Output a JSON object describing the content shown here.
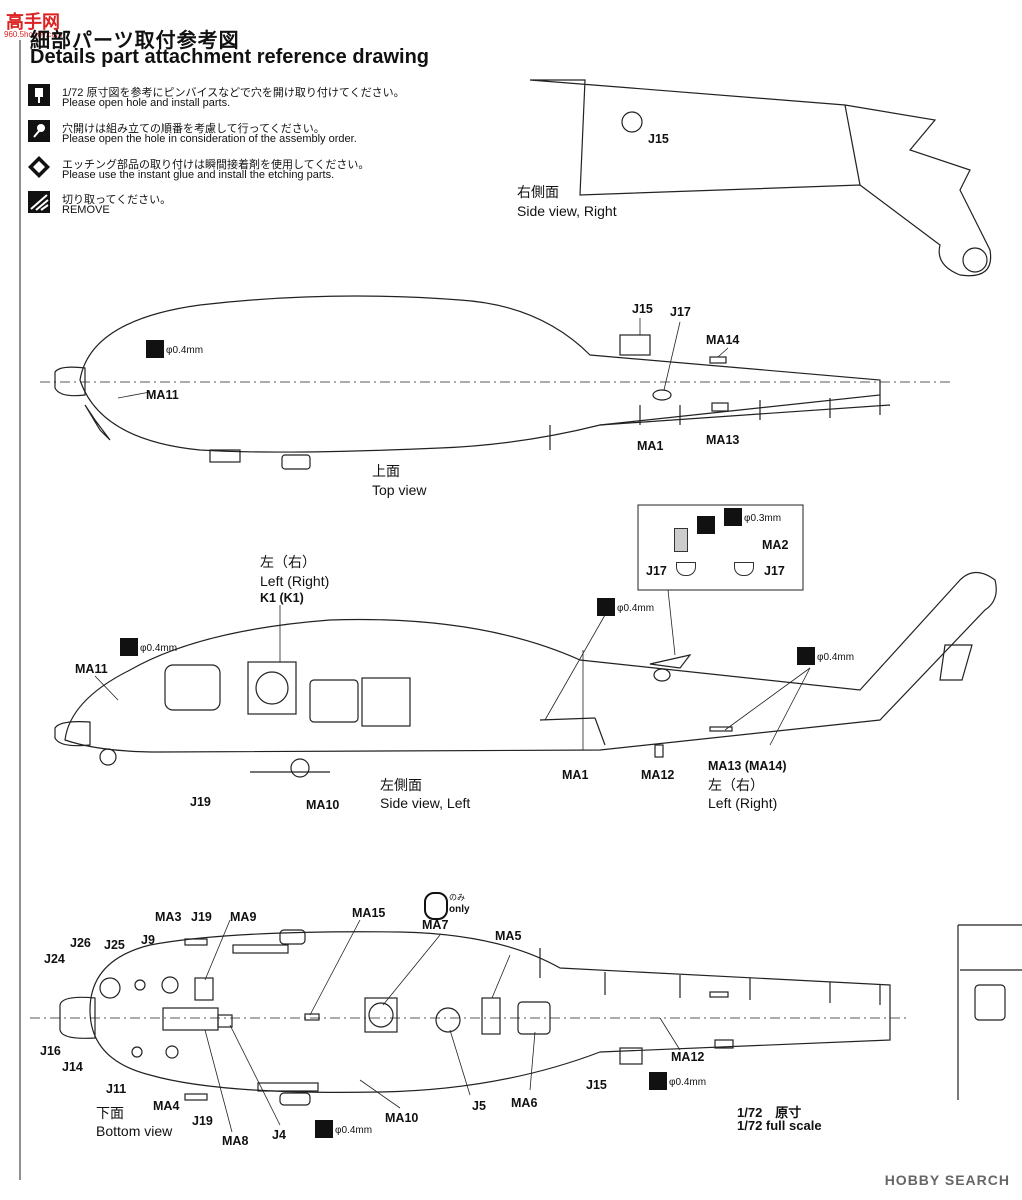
{
  "header": {
    "title_jp": "細部パーツ取付参考図",
    "title_en": "Details part attachment reference drawing"
  },
  "logo": {
    "text": "高手网",
    "sub": "960.5hobby.com"
  },
  "instructions": [
    {
      "icon": "drill-icon",
      "jp": "1/72 原寸図を参考にピンバイスなどで穴を開け取り付けてください。",
      "en": "Please open hole and install parts."
    },
    {
      "icon": "assembly-order-icon",
      "jp": "穴開けは組み立ての順番を考慮して行ってください。",
      "en": "Please open the hole in consideration of the assembly order."
    },
    {
      "icon": "instant-glue-icon",
      "jp": "エッチング部品の取り付けは瞬間接着剤を使用してください。",
      "en": "Please use the instant glue and install the etching parts."
    },
    {
      "icon": "remove-icon",
      "jp": "切り取ってください。",
      "en": "REMOVE"
    }
  ],
  "views": {
    "side_right": {
      "jp": "右側面",
      "en": "Side view, Right",
      "labels": [
        "J15"
      ]
    },
    "top": {
      "jp": "上面",
      "en": "Top view",
      "labels": [
        "MA11",
        "J15",
        "J17",
        "MA14",
        "MA13",
        "MA1"
      ],
      "diameter": "φ0.4mm"
    },
    "side_left": {
      "jp": "左側面",
      "en": "Side view, Left",
      "left_right_jp": "左（右）",
      "left_right_en": "Left (Right)",
      "k1": "K1 (K1)",
      "labels": [
        "MA11",
        "J19",
        "MA10",
        "MA1",
        "MA12",
        "MA13 (MA14)",
        "J17",
        "J17",
        "MA2"
      ],
      "diameters": [
        "φ0.4mm",
        "φ0.4mm",
        "φ0.4mm",
        "φ0.3mm"
      ]
    },
    "bottom": {
      "jp": "下面",
      "en": "Bottom view",
      "labels": [
        "MA3",
        "J19",
        "MA9",
        "J26",
        "J25",
        "J9",
        "J24",
        "J16",
        "J14",
        "J11",
        "MA4",
        "J19",
        "MA8",
        "J4",
        "MA15",
        "MA7",
        "MA5",
        "MA6",
        "J5",
        "MA10",
        "J15",
        "MA12"
      ],
      "diameters": [
        "φ0.4mm",
        "φ0.4mm"
      ],
      "only_jp": "のみ",
      "only_en": "only"
    }
  },
  "scale": {
    "jp": "1/72　原寸",
    "en": "1/72 full scale"
  },
  "watermark": "HOBBY SEARCH"
}
